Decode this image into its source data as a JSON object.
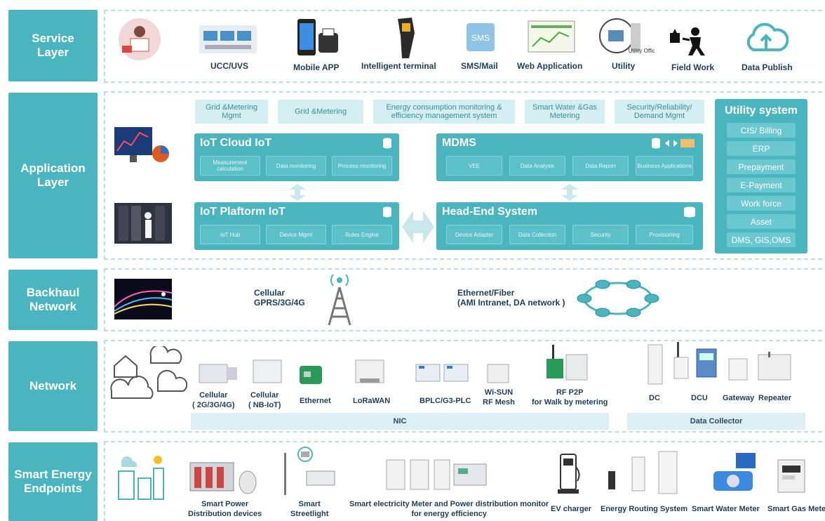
{
  "layers": {
    "service": "Service\nLayer",
    "application": "Application\nLayer",
    "backhaul": "Backhaul\nNetwork",
    "network": "Network",
    "endpoints": "Smart Energy\nEndpoints"
  },
  "service": {
    "items": [
      "UCC/UVS",
      "Mobile APP",
      "Intelligent terminal",
      "SMS/Mail",
      "Web Application",
      "Utility",
      "Field Work",
      "Data Publish"
    ],
    "sms_icon_text": "SMS",
    "utility_office_text": "Utility Office"
  },
  "application": {
    "top_chips": [
      "Grid &Metering Mgmt",
      "Grid &Metering",
      "Energy consumption monitoring & efficiency management system",
      "Smart Water &Gas Metering",
      "Security/Reliability/ Demand Mgmt"
    ],
    "iot_cloud": {
      "title": "IoT Cloud  IoT",
      "chips": [
        "Measurement calculation",
        "Data monitoring",
        "Process monitoring"
      ]
    },
    "iot_platform": {
      "title": "IoT Plaftorm  IoT",
      "chips": [
        "IoT Hub",
        "Device Mgmt",
        "Rules Engine"
      ]
    },
    "mdms": {
      "title": "MDMS",
      "chips": [
        "VEE",
        "Data Analysis",
        "Data Report",
        "Business Applications"
      ]
    },
    "head_end": {
      "title": "Head-End System",
      "chips": [
        "Device Adapter",
        "Data Collection",
        "Security",
        "Provisioning"
      ]
    },
    "utility_system": {
      "title": "Utility system",
      "items": [
        "CIS/ Billing",
        "ERP",
        "Prepayment",
        "E-Payment",
        "Work force",
        "Asset",
        "DMS, GIS,OMS"
      ]
    }
  },
  "backhaul": {
    "cellular": "Cellular\nGPRS/3G/4G",
    "ethernet": "Ethernet/Fiber\n(AMI Intranet, DA network )"
  },
  "network": {
    "items": [
      "Cellular\n( 2G/3G/4G)",
      "Cellular\n( NB-IoT)",
      "Ethernet",
      "LoRaWAN",
      "BPLC/G3-PLC",
      "Wi-SUN\nRF Mesh",
      "RF P2P\nfor Walk by metering",
      "DC",
      "DCU",
      "Gateway",
      "Repeater"
    ],
    "nic": "NIC",
    "data_collector": "Data Collector"
  },
  "endpoints": {
    "items": [
      "Smart Power\nDistribution devices",
      "Smart\nStreetlight",
      "Smart electricity Meter and Power distribution monitor\nfor energy efficiency",
      "EV charger",
      "Energy Routing System",
      "Smart Water Meter",
      "Smart Gas Meter"
    ]
  },
  "colors": {
    "accent": "#4bb5bf",
    "chip_light": "#d4eef1",
    "band_border": "#b9dfe4",
    "text_dark": "#1e3e58"
  }
}
